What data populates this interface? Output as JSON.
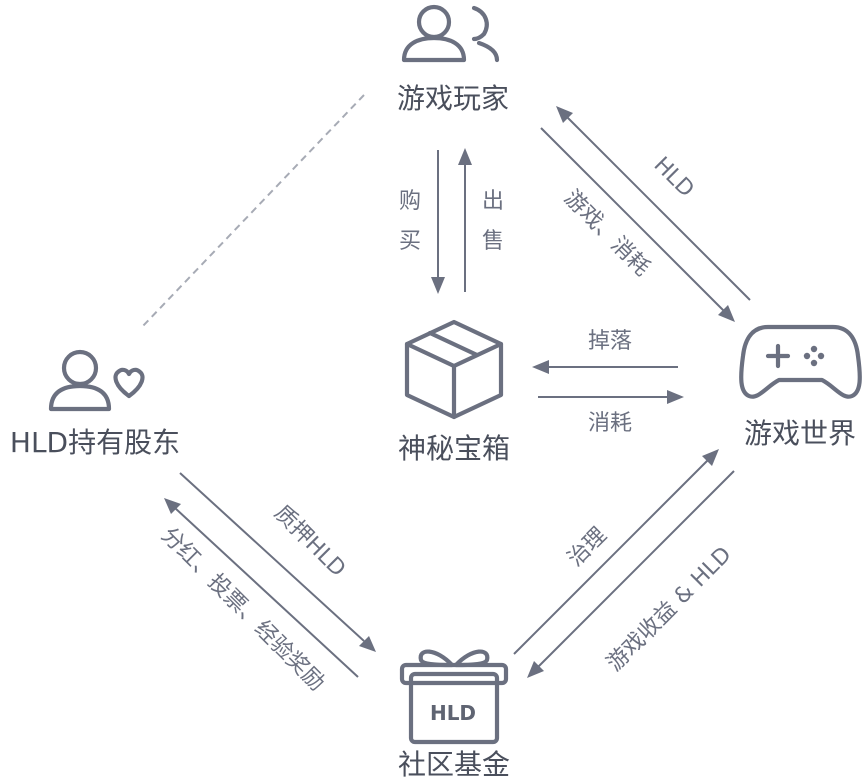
{
  "colors": {
    "stroke": "#6b7080",
    "text": "#4a4f5c",
    "dashed": "#a7abb5"
  },
  "nodes": {
    "players": {
      "label": "游戏玩家",
      "icon": "users-icon"
    },
    "shareholders": {
      "label": "HLD持有股东",
      "icon": "user-heart-icon"
    },
    "mystery_box": {
      "label": "神秘宝箱",
      "icon": "box-icon"
    },
    "game_world": {
      "label": "游戏世界",
      "icon": "gamepad-icon"
    },
    "community_fund": {
      "label": "社区基金",
      "icon": "gift-icon",
      "badge": "HLD"
    }
  },
  "edges": {
    "buy": [
      "购",
      "买"
    ],
    "sell": [
      "出",
      "售"
    ],
    "world_to_players": "HLD",
    "players_to_world": "游戏、消耗",
    "drop": "掉落",
    "consume": "消耗",
    "shareholders_to_fund": "质押HLD",
    "fund_to_shareholders": "分红、投票、经验奖励",
    "fund_to_world": "治理",
    "world_to_fund": "游戏收益 & HLD"
  }
}
